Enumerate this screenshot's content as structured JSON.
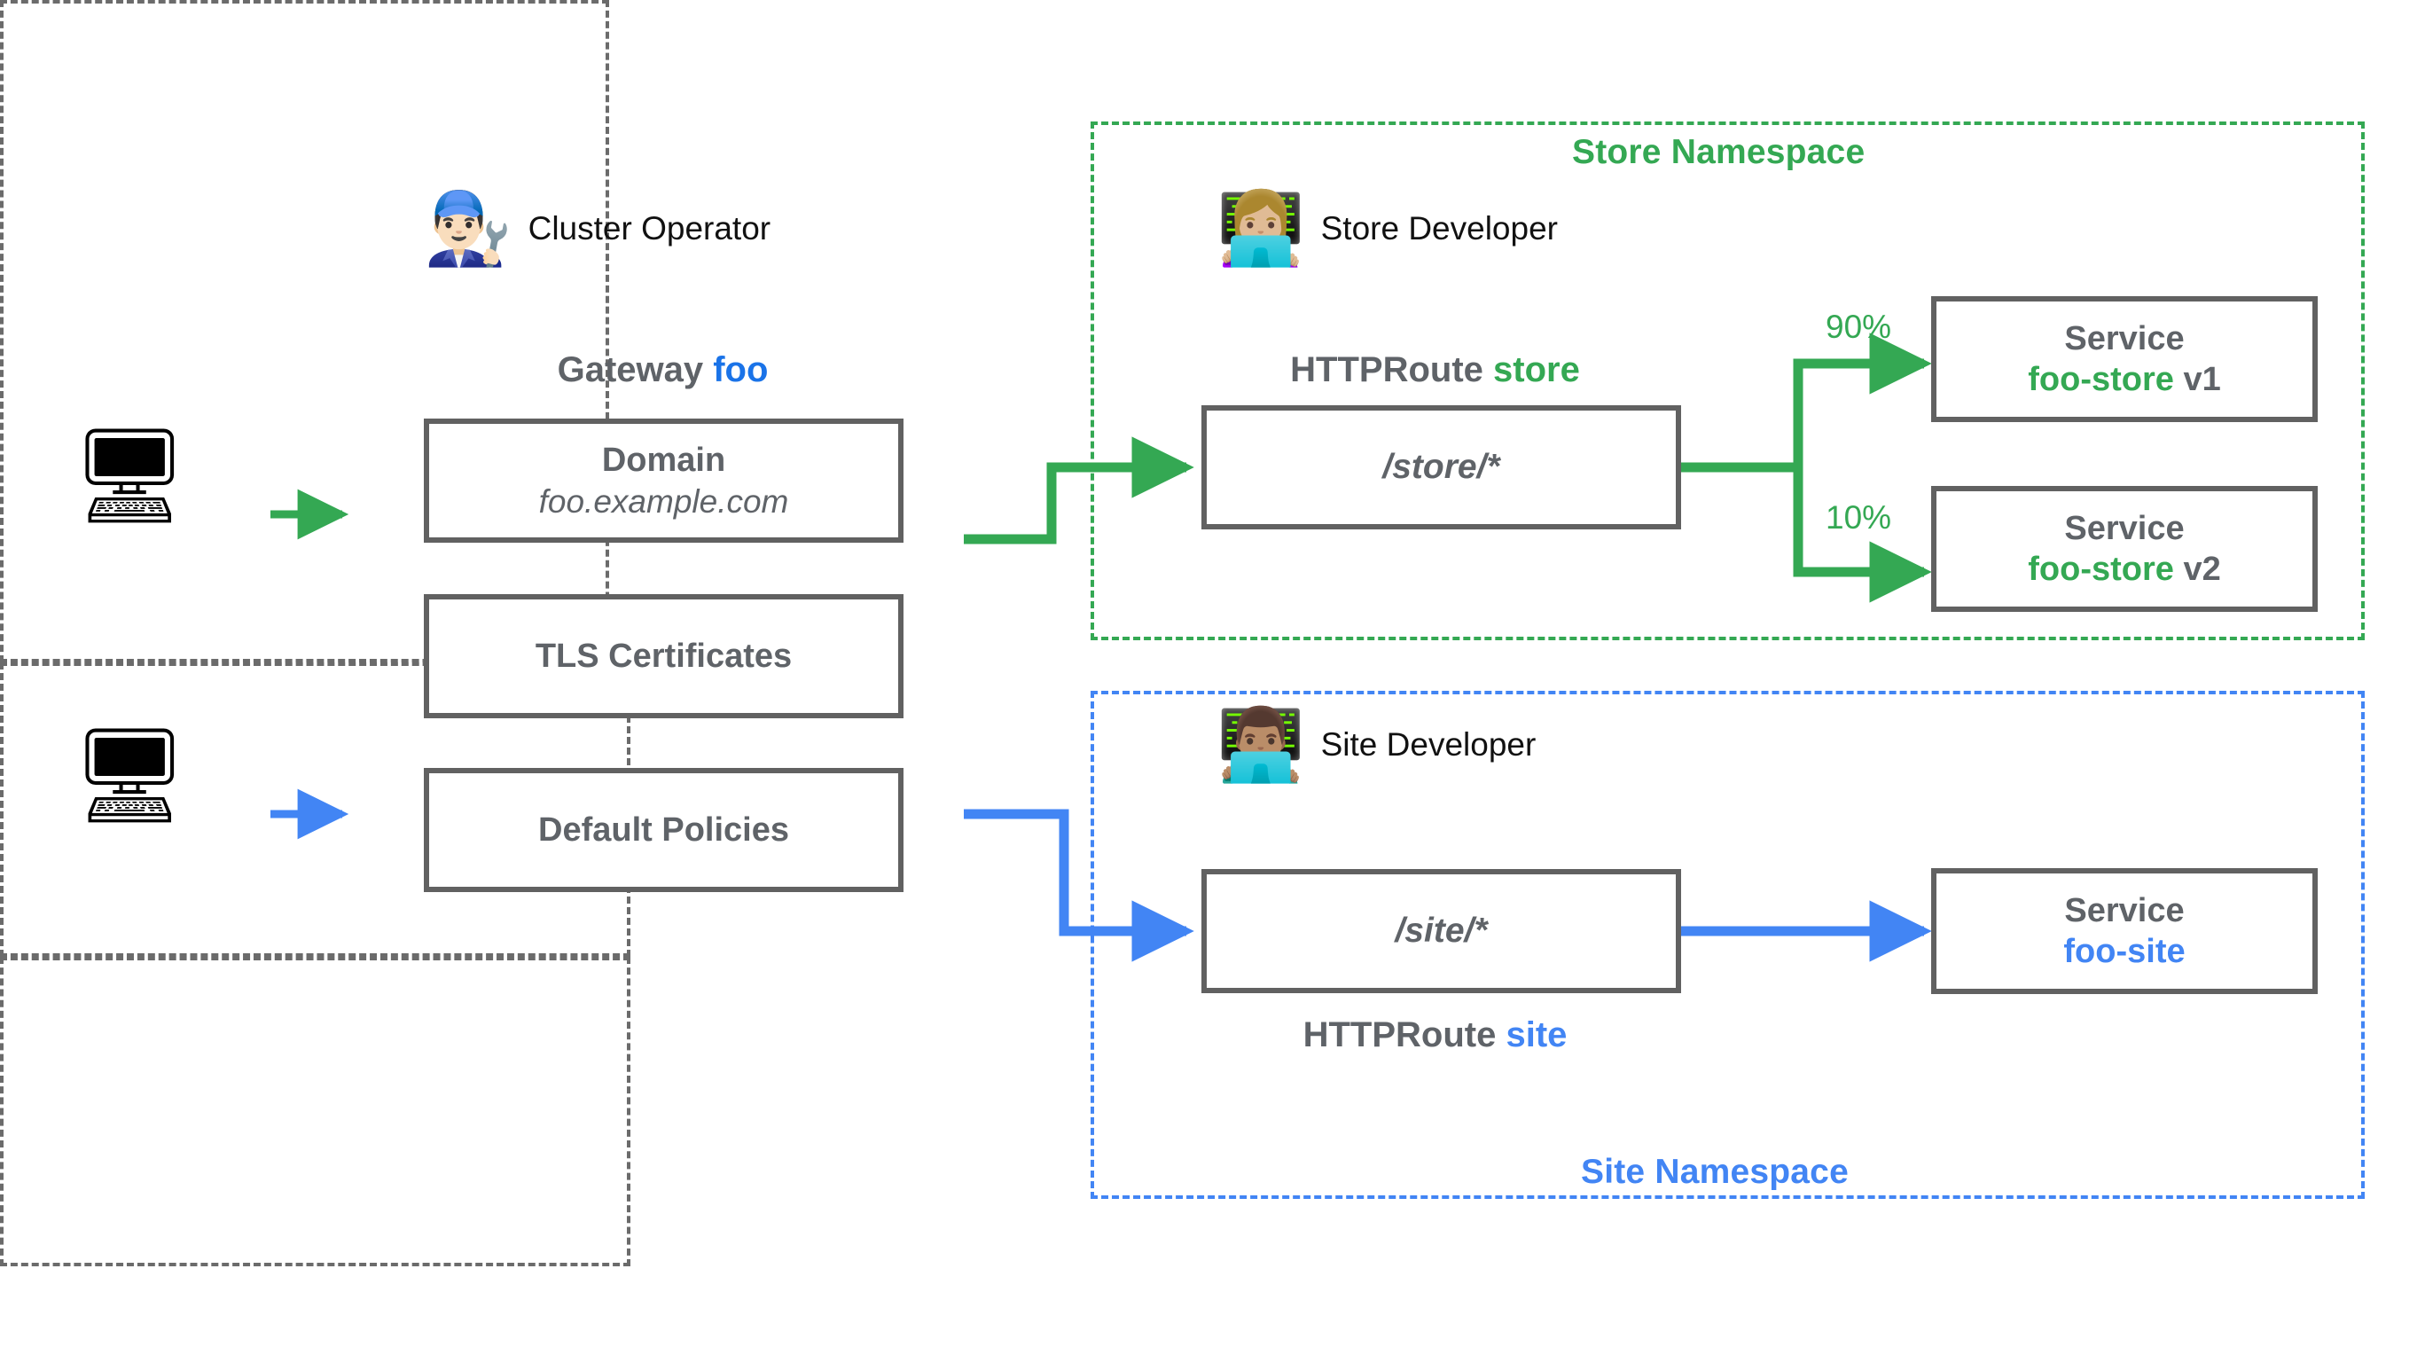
{
  "diagram": {
    "title": "Kubernetes Gateway API role-oriented diagram",
    "colors": {
      "green": "#34A853",
      "blue": "#4285F4",
      "blue_dark": "#1a73e8",
      "gray": "#5f6368",
      "dashed_gray": "#6b6b6b"
    }
  },
  "clients": [
    {
      "icon": "computer-icon",
      "glyph": "🖥",
      "flow": "green"
    },
    {
      "icon": "computer-icon",
      "glyph": "🖥",
      "flow": "blue"
    }
  ],
  "cluster": {
    "persona": {
      "label": "Cluster Operator",
      "emoji": "👨🏻‍🔧",
      "icon": "mechanic-person-icon"
    },
    "heading_prefix": "Gateway",
    "heading_name": "foo",
    "items": [
      {
        "title": "Domain",
        "subtitle": "foo.example.com"
      },
      {
        "title": "TLS Certificates",
        "subtitle": ""
      },
      {
        "title": "Default Policies",
        "subtitle": ""
      }
    ]
  },
  "store_namespace": {
    "title": "Store Namespace",
    "persona": {
      "label": "Store Developer",
      "emoji": "👩🏼‍💻",
      "icon": "woman-technologist-icon"
    },
    "route_prefix": "HTTPRoute",
    "route_name": "store",
    "route_path": "/store/*",
    "backends": [
      {
        "weight": "90%",
        "kind": "Service",
        "name": "foo-store",
        "version": "v1"
      },
      {
        "weight": "10%",
        "kind": "Service",
        "name": "foo-store",
        "version": "v2"
      }
    ]
  },
  "site_namespace": {
    "title": "Site Namespace",
    "persona": {
      "label": "Site Developer",
      "emoji": "👨🏽‍💻",
      "icon": "man-technologist-icon"
    },
    "route_prefix": "HTTPRoute",
    "route_name": "site",
    "route_path": "/site/*",
    "backends": [
      {
        "weight": "",
        "kind": "Service",
        "name": "foo-site",
        "version": ""
      }
    ]
  }
}
